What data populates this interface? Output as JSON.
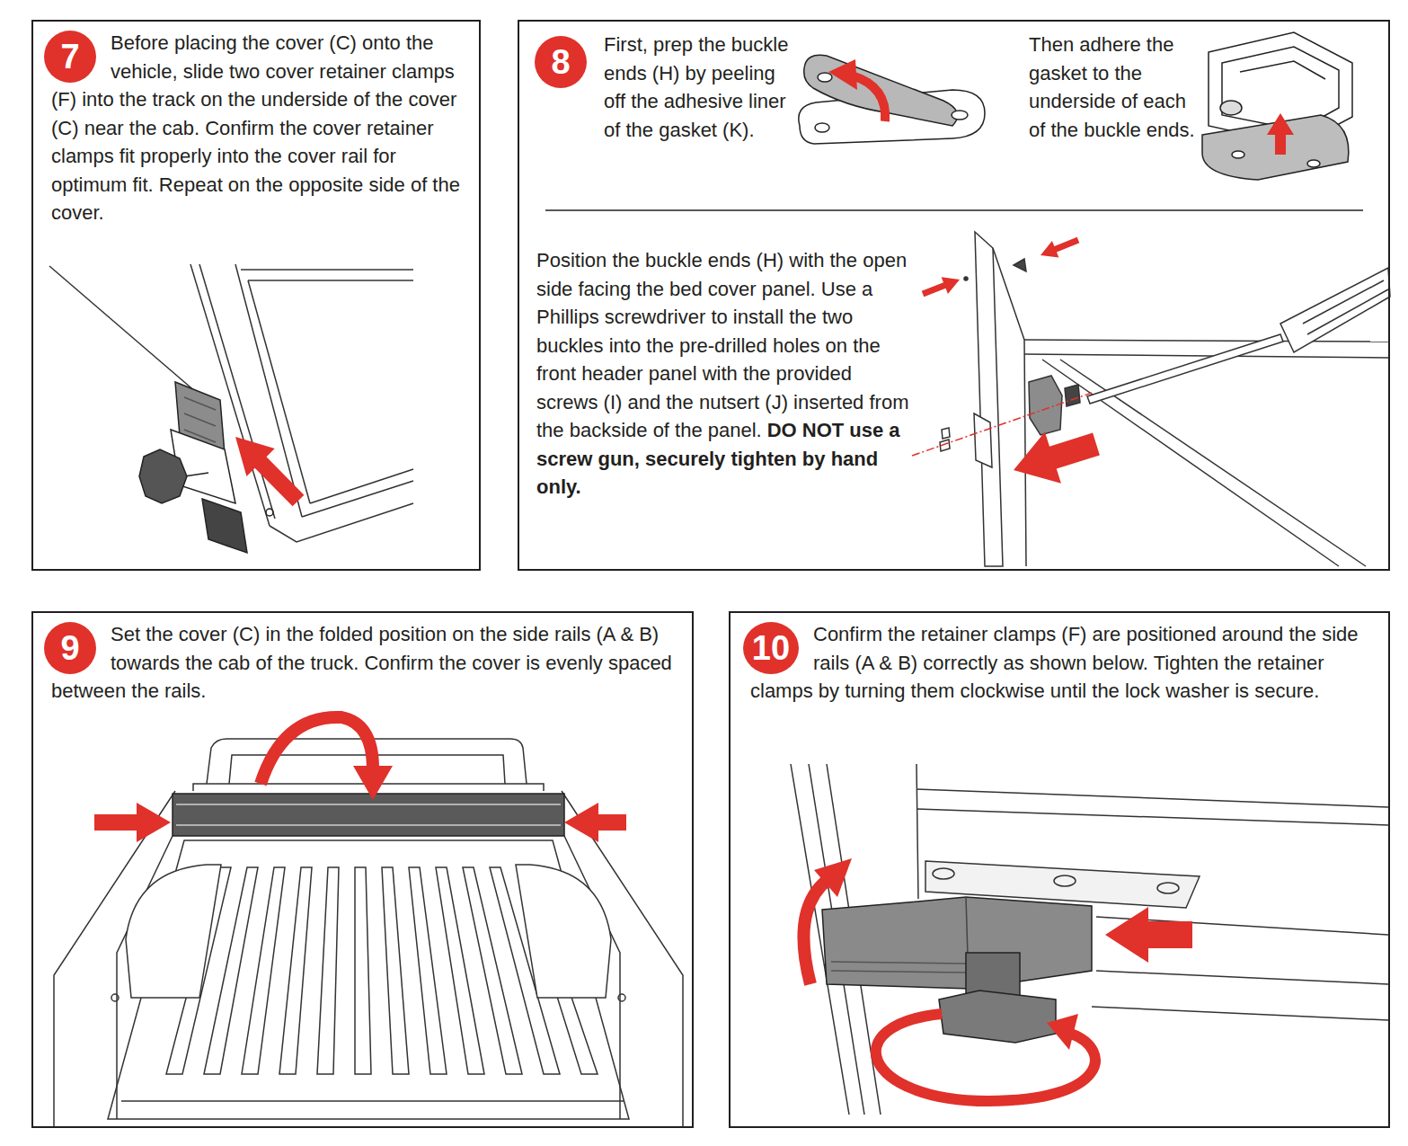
{
  "diagram": {
    "nodes": [
      {
        "text": [
          "Before placing the cover (C) onto the vehicle, slide two cover retainer clamps (F) into the track on the underside of the cover (C) near the cab. Confirm the cover retainer clamps fit properly into the cover rail for optimum fit. Repeat on the opposite side of the cover."
        ]
      },
      {
        "text": [
          "7"
        ],
        "in": 0
      },
      {
        "text": [
          "First, prep the buckle ends (H) by peeling off the adhesive liner of the gasket (K).",
          "Then adhere the gasket to the underside of each of the buckle ends.",
          "Position the buckle ends (H) with the open side facing the bed cover panel. Use a Phillips screwdriver to install the two buckles into the pre-drilled holes on the front header panel with the provided screws (I) and the nutsert (J) inserted from the backside of the panel.",
          "DO NOT use a screw gun, securely tighten by hand only."
        ]
      },
      {
        "text": [
          "8"
        ],
        "in": 2
      },
      {
        "text": [
          "Set the cover (C) in the folded position on the side rails (A & B) towards the cab of the truck. Confirm the cover is evenly spaced between the rails."
        ]
      },
      {
        "text": [
          "9"
        ],
        "in": 4
      },
      {
        "text": [
          "Confirm the retainer clamps (F) are positioned around the side rails (A & B) correctly as shown below. Tighten the retainer clamps by turning them clockwise until the lock washer is secure."
        ]
      },
      {
        "text": [
          "10"
        ],
        "in": 6
      }
    ]
  }
}
